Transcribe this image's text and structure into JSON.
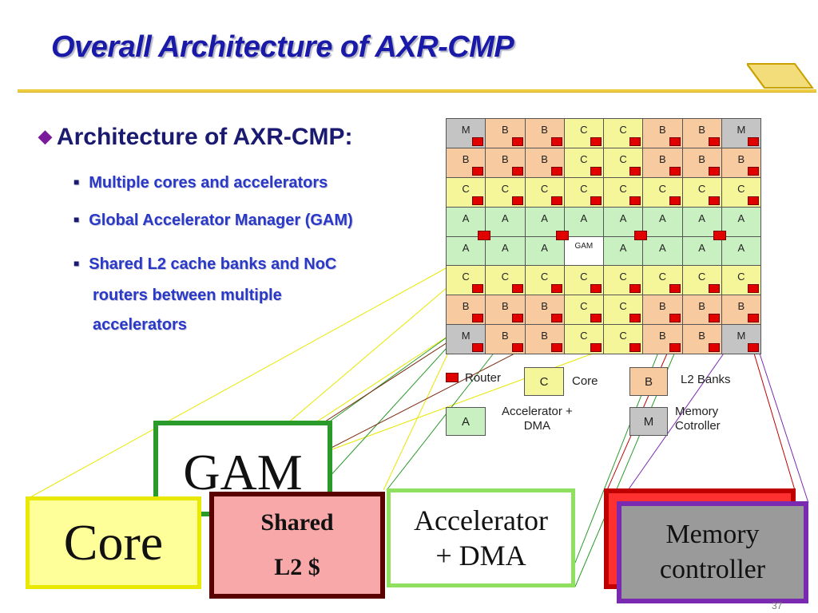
{
  "slide": {
    "title": "Overall Architecture of AXR-CMP",
    "page_number": "37"
  },
  "bullets": {
    "main": "Architecture of AXR-CMP:",
    "items": [
      "Multiple cores and accelerators",
      "Global Accelerator Manager (GAM)",
      "Shared L2 cache banks and NoC",
      "routers between multiple",
      "accelerators"
    ]
  },
  "grid": {
    "rows": [
      [
        "M",
        "B",
        "B",
        "C",
        "C",
        "B",
        "B",
        "M"
      ],
      [
        "B",
        "B",
        "B",
        "C",
        "C",
        "B",
        "B",
        "B"
      ],
      [
        "C",
        "C",
        "C",
        "C",
        "C",
        "C",
        "C",
        "C"
      ],
      [
        "A",
        "A",
        "A",
        "A",
        "A",
        "A",
        "A",
        "A"
      ],
      [
        "A",
        "A",
        "A",
        "GAM",
        "A",
        "A",
        "A",
        "A"
      ],
      [
        "C",
        "C",
        "C",
        "C",
        "C",
        "C",
        "C",
        "C"
      ],
      [
        "B",
        "B",
        "B",
        "C",
        "C",
        "B",
        "B",
        "B"
      ],
      [
        "M",
        "B",
        "B",
        "C",
        "C",
        "B",
        "B",
        "M"
      ]
    ]
  },
  "legend": {
    "router": "Router",
    "core_code": "C",
    "core": "Core",
    "l2_code": "B",
    "l2": "L2 Banks",
    "acc_code": "A",
    "acc_line1": "Accelerator +",
    "acc_line2": "DMA",
    "mem_code": "M",
    "mem_line1": "Memory",
    "mem_line2": "Cotroller"
  },
  "boxes": {
    "gam": "GAM",
    "core": "Core",
    "l2_line1": "Shared",
    "l2_line2": "L2 $",
    "acc_line1": "Accelerator",
    "acc_line2": "+ DMA",
    "mem_line1": "Memory",
    "mem_line2": "controller"
  },
  "colors": {
    "title": "#1a1aa8",
    "router": "#e00000",
    "memory_cell": "#c4c4c4",
    "l2_cell": "#f8caa0",
    "core_cell": "#f5f59a",
    "accelerator_cell": "#c8f0c0"
  }
}
